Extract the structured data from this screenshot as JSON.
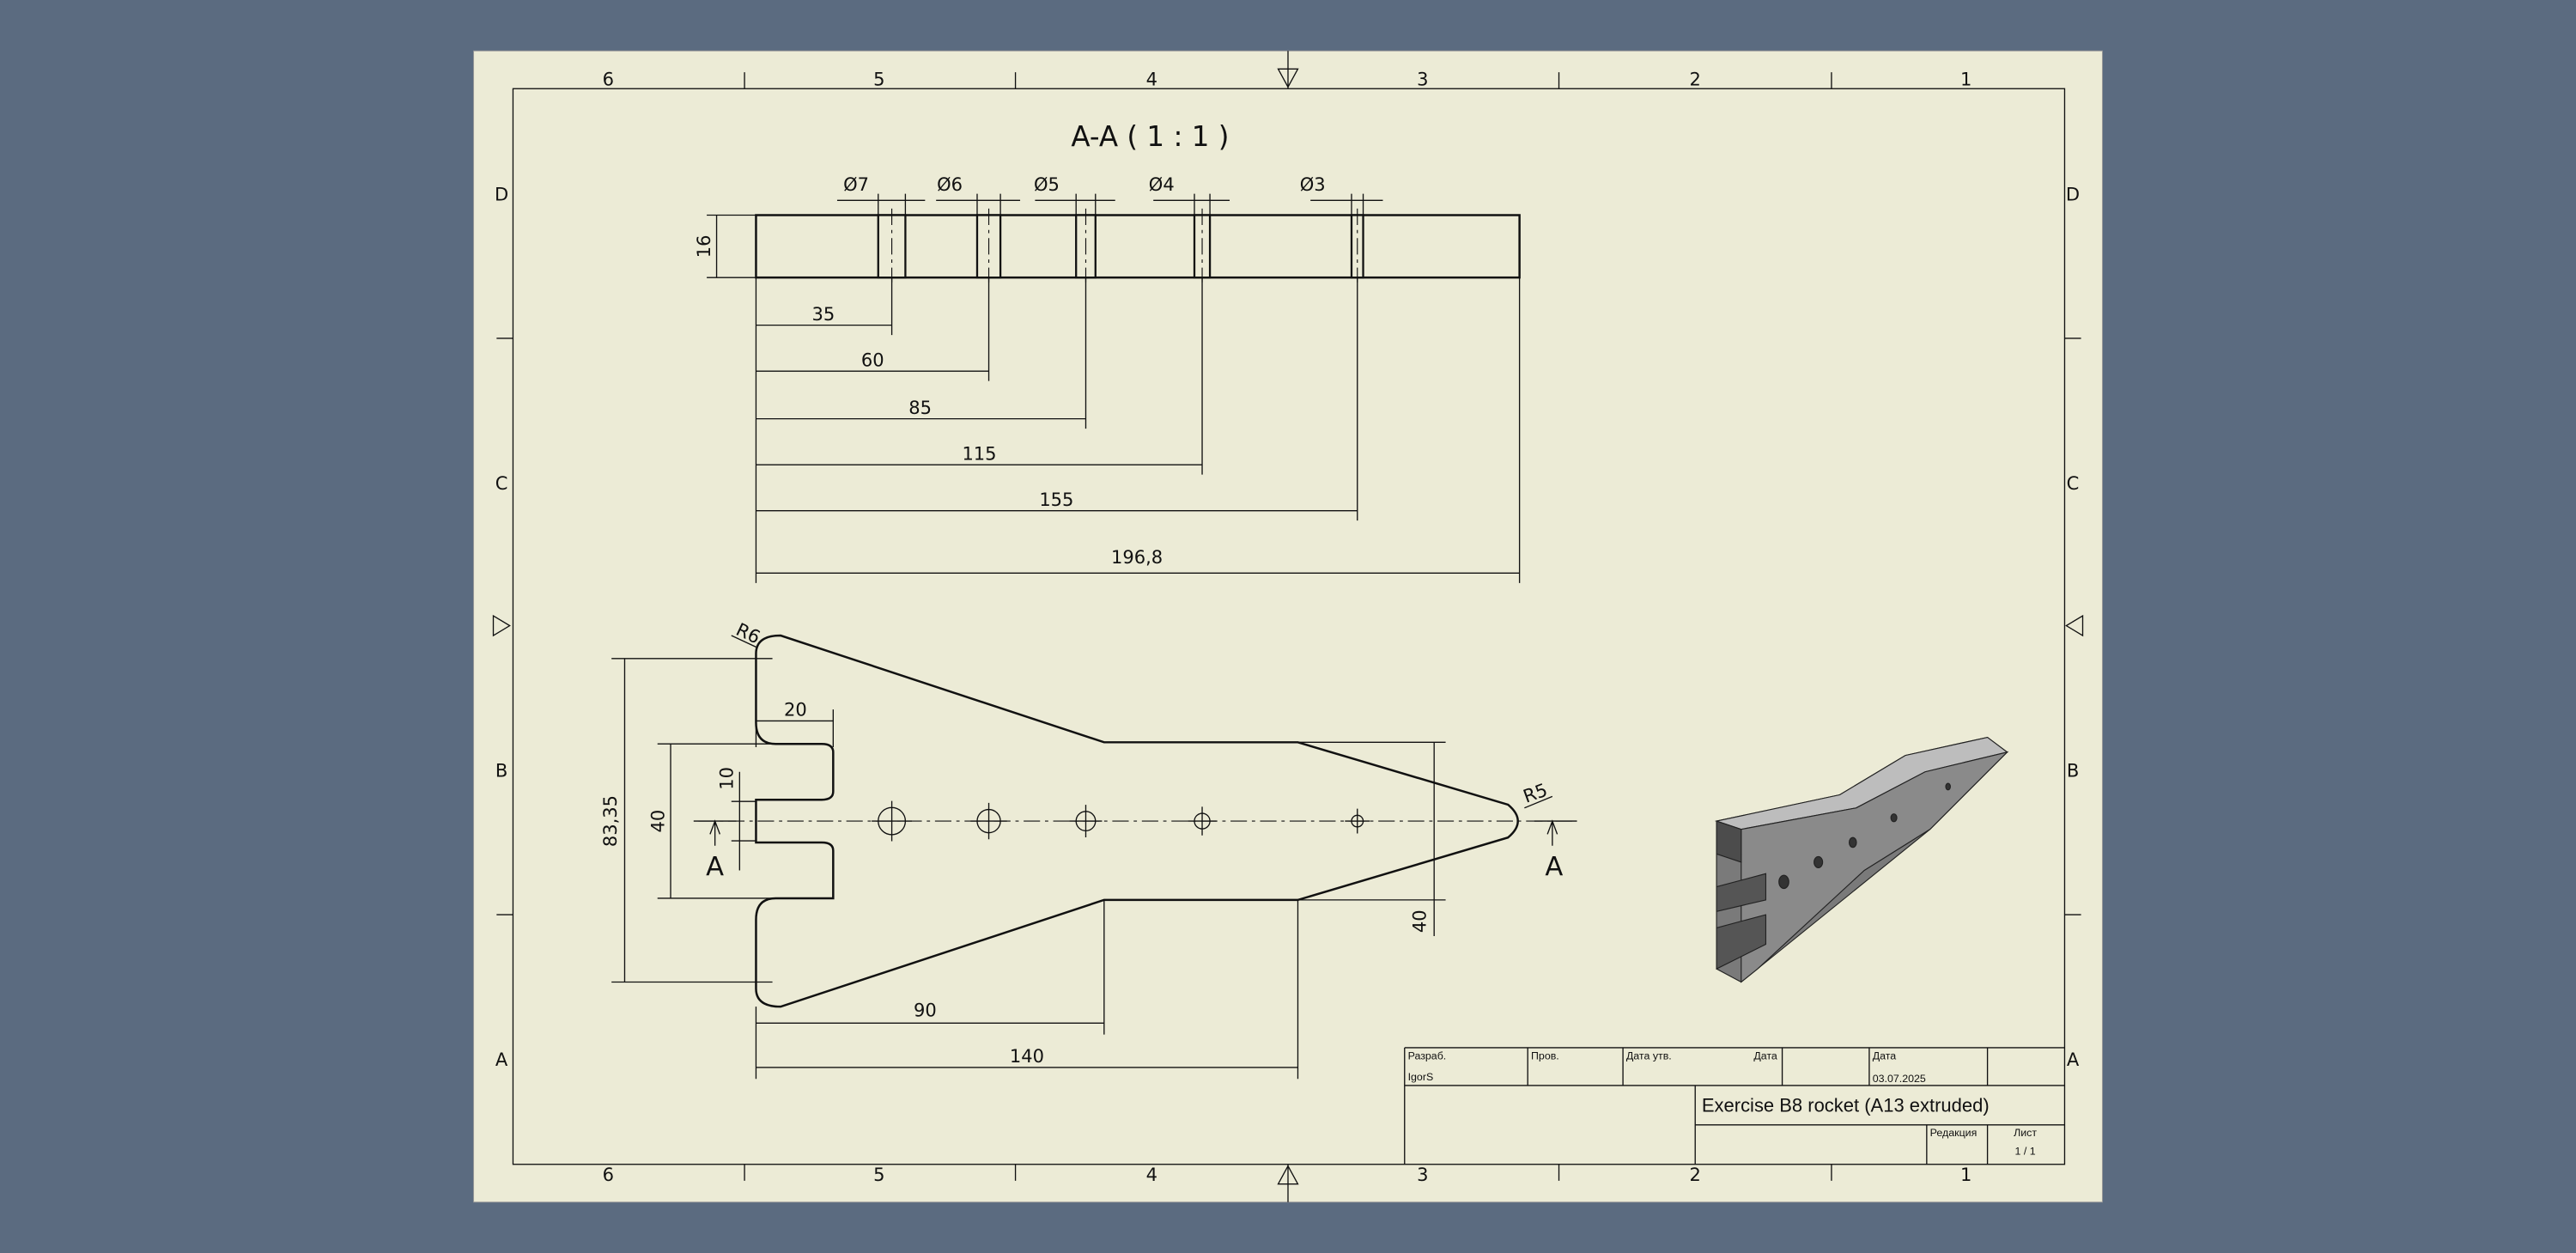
{
  "colors": {
    "background": "#5b6b80",
    "paper": "#ecebd6",
    "ink": "#111111",
    "model": "#6e6e6e"
  },
  "border": {
    "columns": [
      "6",
      "5",
      "4",
      "3",
      "2",
      "1"
    ],
    "rows": [
      "D",
      "C",
      "B",
      "A"
    ]
  },
  "section": {
    "title": "A-A ( 1 : 1 )",
    "hole_diameters": [
      "Ø7",
      "Ø6",
      "Ø5",
      "Ø4",
      "Ø3"
    ],
    "thickness": "16",
    "positions": [
      "35",
      "60",
      "85",
      "115",
      "155",
      "196,8"
    ]
  },
  "front": {
    "radius_left": "R6",
    "radius_right": "R5",
    "slot_depth": "20",
    "tongue": "10",
    "slot_span": "40",
    "height": "83,35",
    "tail_width": "40",
    "len1": "90",
    "len2": "140",
    "section_mark": "A"
  },
  "title_block": {
    "developer_label": "Разраб.",
    "developer": "IgorS",
    "checked_label": "Пров.",
    "approved_date_label": "Дата утв.",
    "date_label1": "Дата",
    "date_label2": "Дата",
    "date": "03.07.2025",
    "title": "Exercise B8 rocket (A13 extruded)",
    "revision_label": "Редакция",
    "sheet_label": "Лист",
    "sheet": "1 / 1"
  }
}
